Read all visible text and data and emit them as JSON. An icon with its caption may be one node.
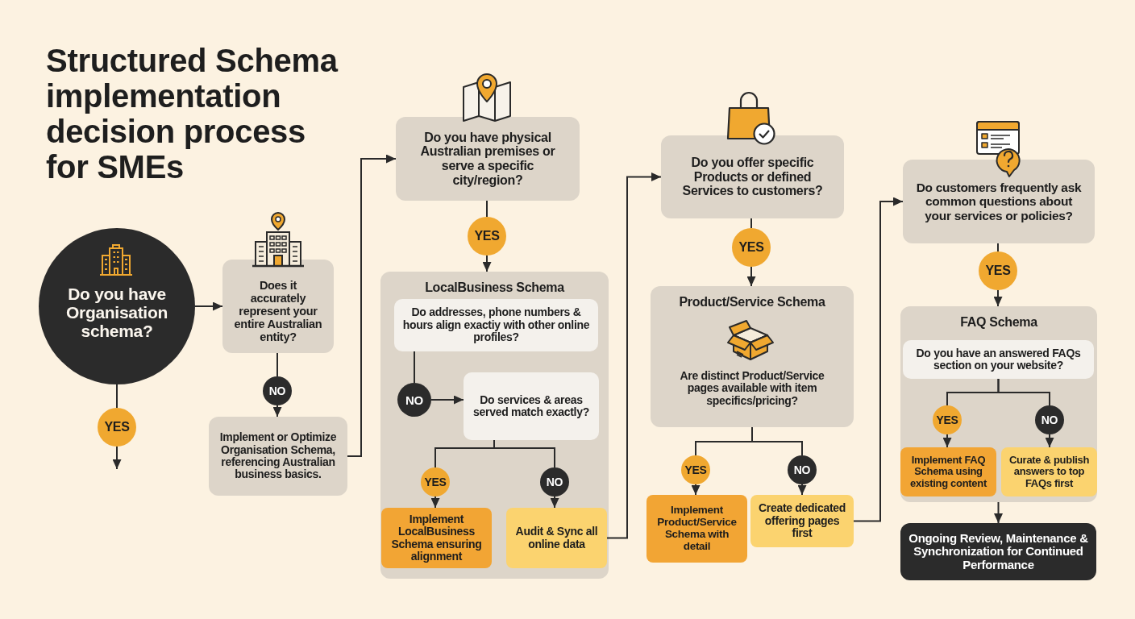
{
  "diagram": {
    "title": "Structured Schema implementation decision process for SMEs",
    "nodes": [
      {
        "text": [
          "Do you have Organisation schema?"
        ]
      },
      {
        "text": [
          "YES"
        ]
      },
      {
        "text": [
          "Does it accurately represent your entire Australian entity?"
        ]
      },
      {
        "text": [
          "NO"
        ]
      },
      {
        "text": [
          "Implement or Optimize Organisation Schema, referencing Australian business basics."
        ]
      },
      {
        "text": [
          "Do you have physical Australian premises or serve a specific city/region?"
        ]
      },
      {
        "text": [
          "YES"
        ]
      },
      {
        "text": [
          "LocalBusiness Schema"
        ]
      },
      {
        "text": [
          "Do addresses, phone numbers & hours align exactiy with other online profiles?"
        ],
        "in": 7
      },
      {
        "text": [
          "NO"
        ],
        "in": 7
      },
      {
        "text": [
          "Do services & areas served match exactly?"
        ],
        "in": 7
      },
      {
        "text": [
          "YES"
        ],
        "in": 7
      },
      {
        "text": [
          "NO"
        ],
        "in": 7
      },
      {
        "text": [
          "Implement LocalBusiness Schema ensuring alignment"
        ],
        "in": 7
      },
      {
        "text": [
          "Audit & Sync all online data"
        ],
        "in": 7
      },
      {
        "text": [
          "Do you offer specific Products or defined Services to customers?"
        ]
      },
      {
        "text": [
          "YES"
        ]
      },
      {
        "text": [
          "Product/Service Schema",
          "Are distinct Product/Service pages available with item specifics/pricing?"
        ]
      },
      {
        "text": [
          "YES"
        ]
      },
      {
        "text": [
          "NO"
        ]
      },
      {
        "text": [
          "Implement Product/Service Schema with detail"
        ]
      },
      {
        "text": [
          "Create dedicated offering pages first"
        ]
      },
      {
        "text": [
          "Do customers frequently ask common questions about your services or policies?"
        ]
      },
      {
        "text": [
          "YES"
        ]
      },
      {
        "text": [
          "FAQ Schema"
        ]
      },
      {
        "text": [
          "Do you have an answered FAQs section on your website?"
        ],
        "in": 24
      },
      {
        "text": [
          "YES"
        ],
        "in": 24
      },
      {
        "text": [
          "NO"
        ],
        "in": 24
      },
      {
        "text": [
          "Implement FAQ Schema using existing content"
        ],
        "in": 24
      },
      {
        "text": [
          "Curate & publish answers to top FAQs first"
        ],
        "in": 24
      },
      {
        "text": [
          "Ongoing Review, Maintenance & Synchronization for Continued Performance"
        ]
      }
    ],
    "edges": [
      {
        "from": 0,
        "to": 2,
        "arrow": "to"
      },
      {
        "from": 0,
        "to": 1,
        "arrow": "none"
      },
      {
        "from": 1,
        "to": null,
        "arrow": "to"
      },
      {
        "from": 2,
        "to": 3,
        "arrow": "none"
      },
      {
        "from": 3,
        "to": 4,
        "arrow": "to"
      },
      {
        "from": 4,
        "to": 5,
        "arrow": "to"
      },
      {
        "from": 5,
        "to": 6,
        "arrow": "none"
      },
      {
        "from": 6,
        "to": 7,
        "arrow": "to"
      },
      {
        "from": 8,
        "to": 9,
        "arrow": "none"
      },
      {
        "from": 9,
        "to": 10,
        "arrow": "to"
      },
      {
        "from": 10,
        "to": 11,
        "arrow": "none"
      },
      {
        "from": 10,
        "to": 12,
        "arrow": "none"
      },
      {
        "from": 11,
        "to": 13,
        "arrow": "to"
      },
      {
        "from": 12,
        "to": 14,
        "arrow": "to"
      },
      {
        "from": 14,
        "to": 15,
        "arrow": "to"
      },
      {
        "from": 15,
        "to": 16,
        "arrow": "none"
      },
      {
        "from": 16,
        "to": 17,
        "arrow": "to"
      },
      {
        "from": 17,
        "to": 18,
        "arrow": "none"
      },
      {
        "from": 17,
        "to": 19,
        "arrow": "none"
      },
      {
        "from": 18,
        "to": 20,
        "arrow": "to"
      },
      {
        "from": 19,
        "to": 21,
        "arrow": "to"
      },
      {
        "from": 21,
        "to": 22,
        "arrow": "to"
      },
      {
        "from": 22,
        "to": 23,
        "arrow": "none"
      },
      {
        "from": 23,
        "to": 24,
        "arrow": "to"
      },
      {
        "from": 25,
        "to": 26,
        "arrow": "none"
      },
      {
        "from": 25,
        "to": 27,
        "arrow": "none"
      },
      {
        "from": 26,
        "to": 28,
        "arrow": "to"
      },
      {
        "from": 27,
        "to": 29,
        "arrow": "to"
      },
      {
        "from": 24,
        "to": 30,
        "arrow": "to"
      }
    ]
  }
}
